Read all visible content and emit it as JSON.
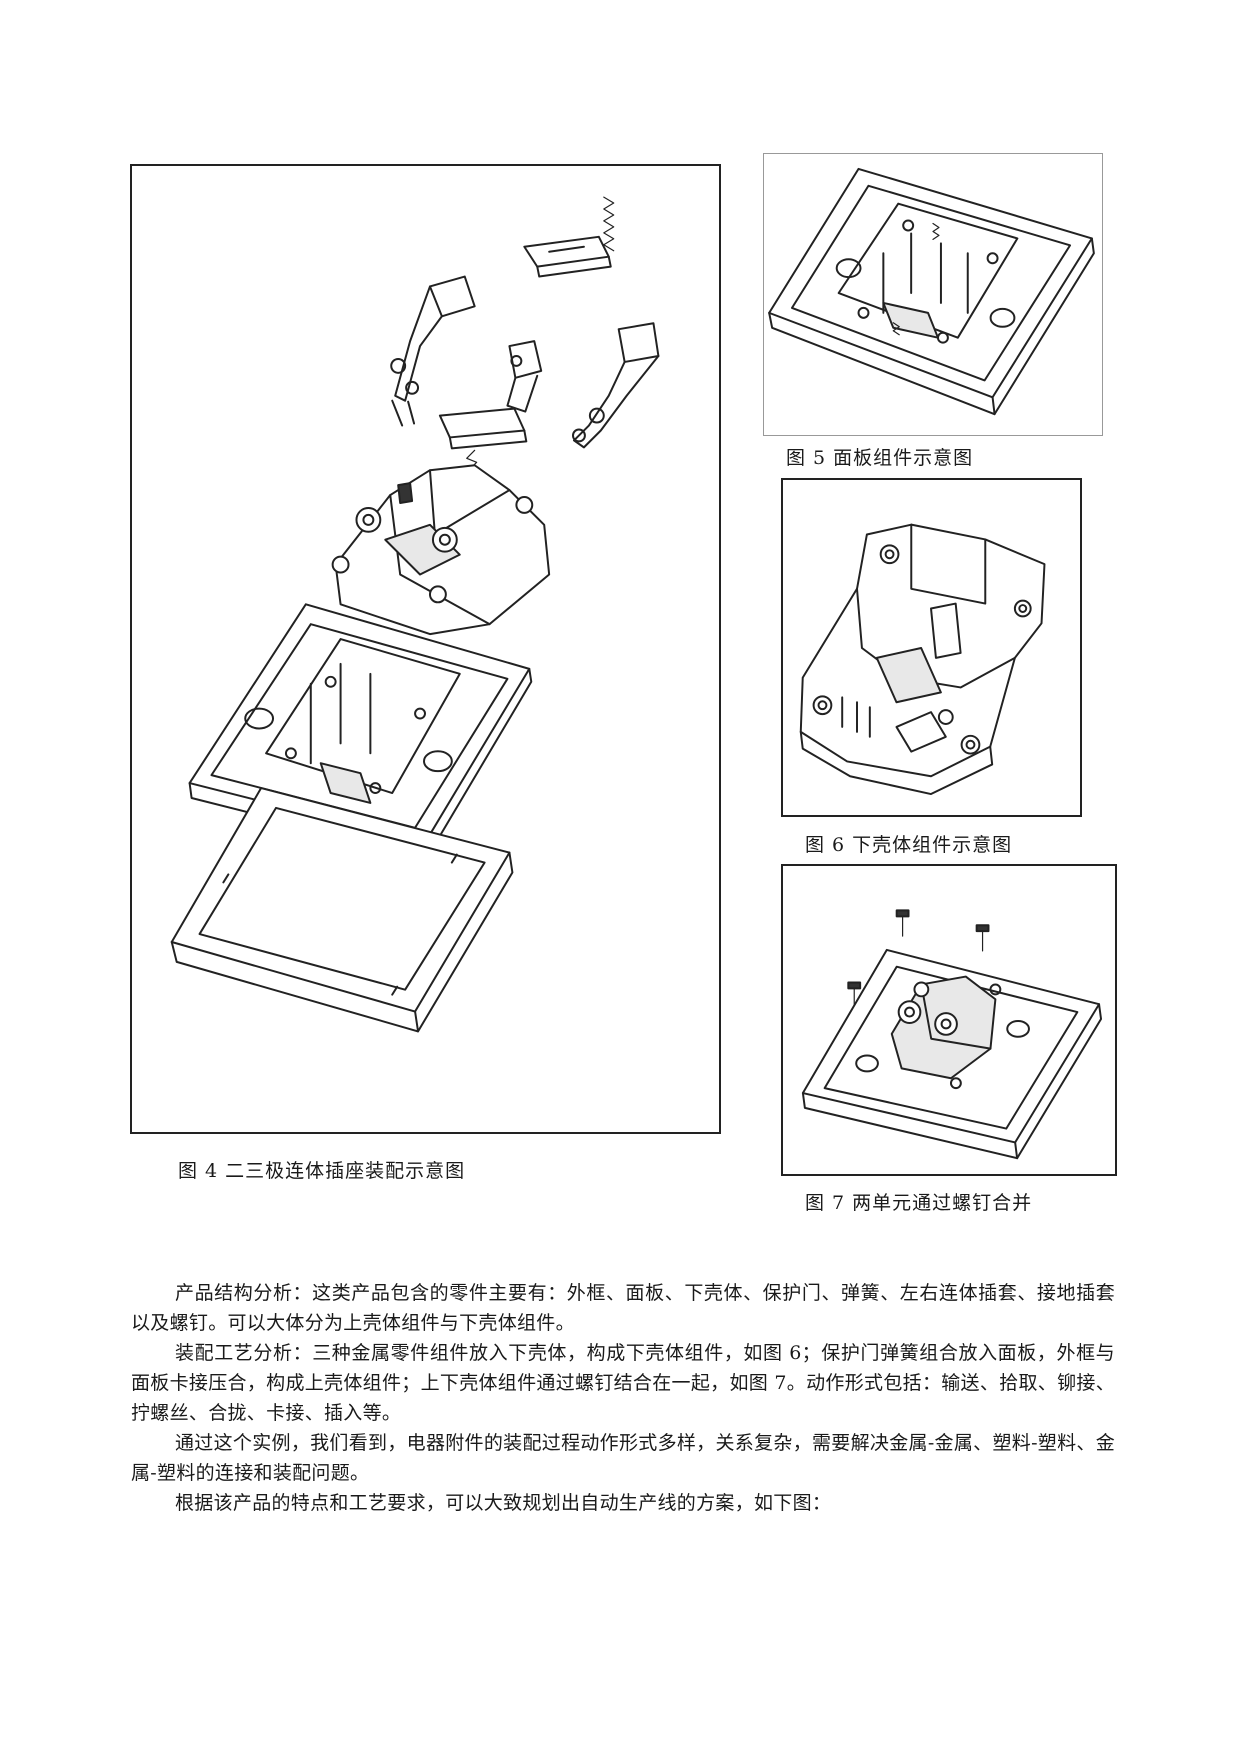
{
  "figures": {
    "fig4": {
      "caption": "图 4  二三极连体插座装配示意图"
    },
    "fig5": {
      "caption": "图 5    面板组件示意图"
    },
    "fig6": {
      "caption": "图 6  下壳体组件示意图"
    },
    "fig7": {
      "caption": "图 7  两单元通过螺钉合并"
    }
  },
  "paragraphs": [
    "产品结构分析：这类产品包含的零件主要有：外框、面板、下壳体、保护门、弹簧、左右连体插套、接地插套以及螺钉。可以大体分为上壳体组件与下壳体组件。",
    "装配工艺分析：三种金属零件组件放入下壳体，构成下壳体组件，如图 6；保护门弹簧组合放入面板，外框与面板卡接压合，构成上壳体组件；上下壳体组件通过螺钉结合在一起，如图 7。动作形式包括：输送、拾取、铆接、拧螺丝、合拢、卡接、插入等。",
    "通过这个实例，我们看到，电器附件的装配过程动作形式多样，关系复杂，需要解决金属-金属、塑料-塑料、金属-塑料的连接和装配问题。",
    "根据该产品的特点和工艺要求，可以大致规划出自动生产线的方案，如下图："
  ]
}
